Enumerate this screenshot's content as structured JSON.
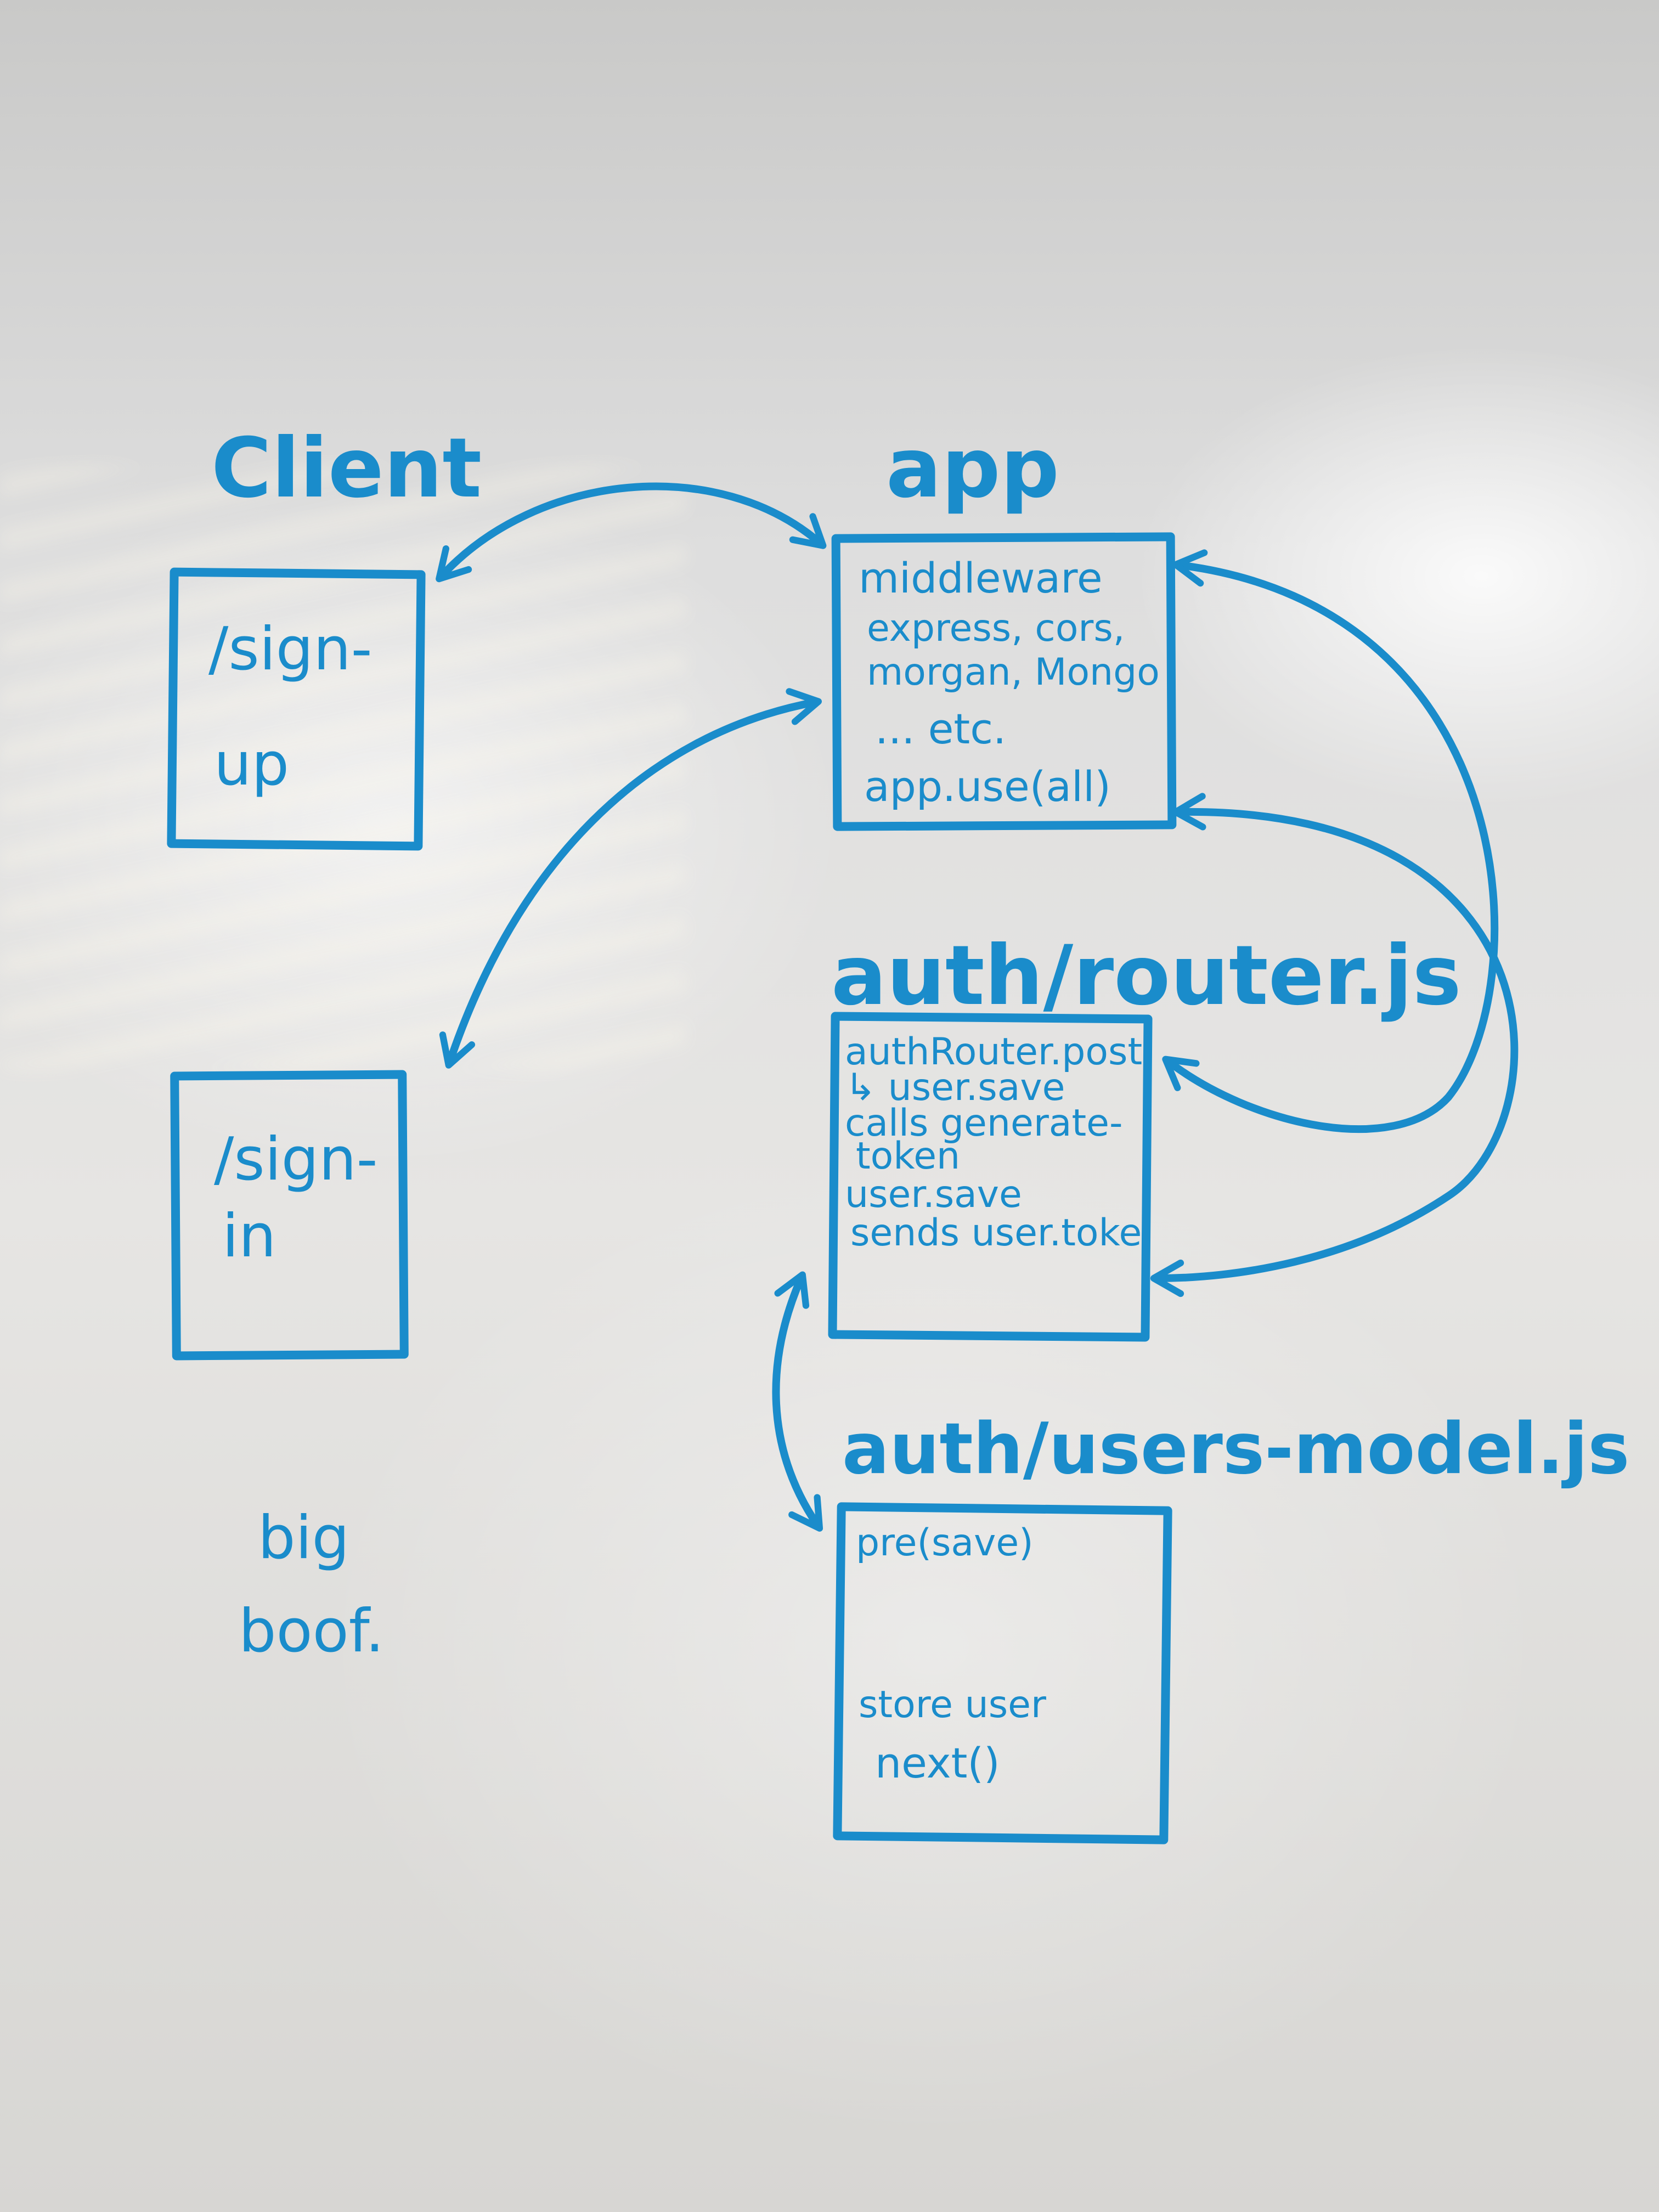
{
  "titles": {
    "client": "Client",
    "app": "app",
    "router": "auth/router.js",
    "model": "auth/users-model.js"
  },
  "client_boxes": {
    "signup": [
      "/sign-",
      "up"
    ],
    "signin": [
      "/sign-",
      "in"
    ]
  },
  "app_box": {
    "lines": [
      "middleware",
      "express, cors,",
      "morgan, Mongo",
      "... etc.",
      "app.use(all)"
    ]
  },
  "router_box": {
    "lines": [
      "authRouter.post",
      "↳ user.save",
      "calls generate-",
      "token",
      "user.save",
      "sends user.toke"
    ]
  },
  "model_box": {
    "lines": [
      "pre(save)",
      "store user",
      "next()"
    ]
  },
  "note": [
    "big",
    "boof."
  ],
  "colors": {
    "marker_blue": "#1a8ccb",
    "board": "#e3e2df"
  }
}
